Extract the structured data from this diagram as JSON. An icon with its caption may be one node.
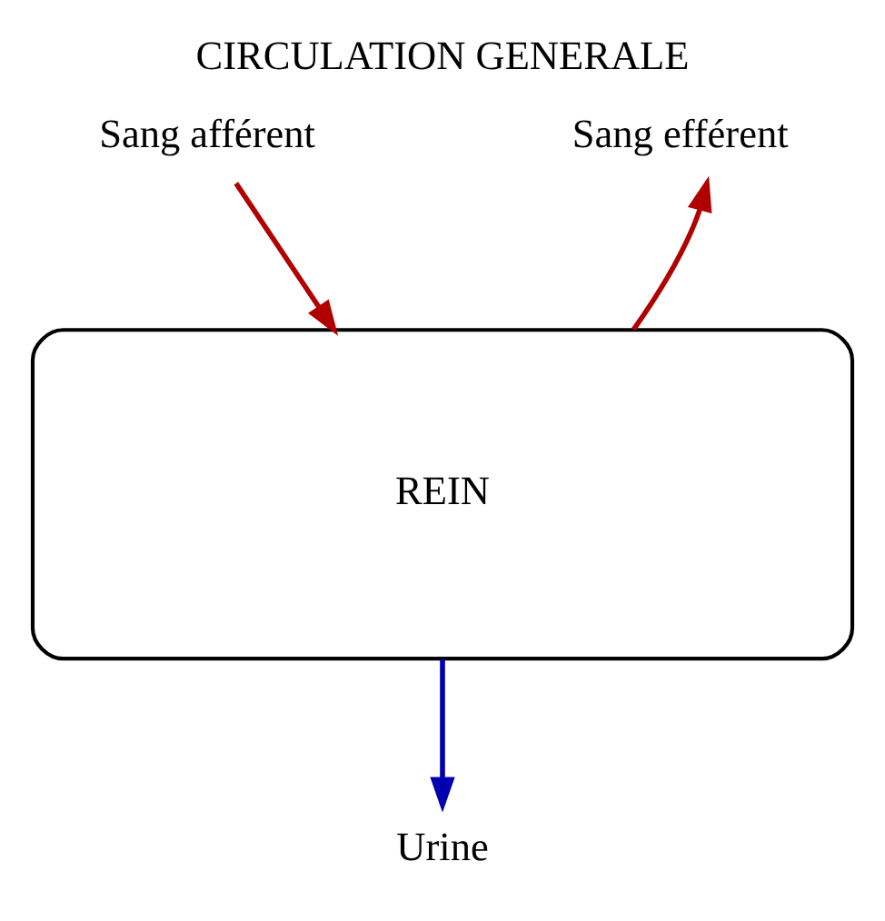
{
  "diagram": {
    "title": "CIRCULATION GENERALE",
    "nodes": [
      {
        "text": [
          "Sang afférent"
        ]
      },
      {
        "text": [
          "REIN"
        ]
      },
      {
        "text": [
          "Sang efférent"
        ]
      },
      {
        "text": [
          "Urine"
        ]
      }
    ],
    "edges": [
      {
        "from": 0,
        "to": 1,
        "arrow": "to",
        "color": "#b00000"
      },
      {
        "from": 1,
        "to": 2,
        "arrow": "to",
        "color": "#b00000"
      },
      {
        "from": 1,
        "to": 3,
        "arrow": "to",
        "color": "#0000b0"
      }
    ]
  }
}
